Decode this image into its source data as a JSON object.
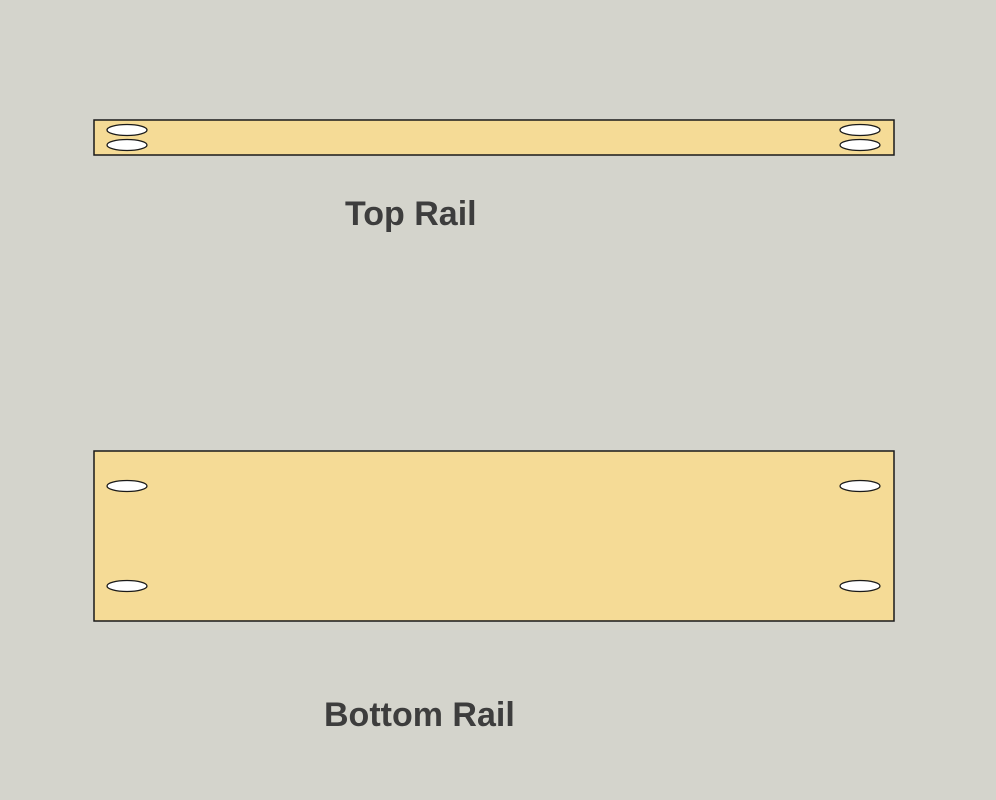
{
  "labels": {
    "top_rail": "Top Rail",
    "bottom_rail": "Bottom Rail"
  },
  "colors": {
    "background": "#d4d4cc",
    "board_fill": "#f5db96",
    "board_outline": "#1a1a1a",
    "pocket_hole_fill": "#ffffff",
    "label_text": "#3d3d3d"
  },
  "parts": [
    {
      "name": "top-rail",
      "pocket_holes_per_end": 2
    },
    {
      "name": "bottom-rail",
      "pocket_holes_per_end": 2
    }
  ]
}
